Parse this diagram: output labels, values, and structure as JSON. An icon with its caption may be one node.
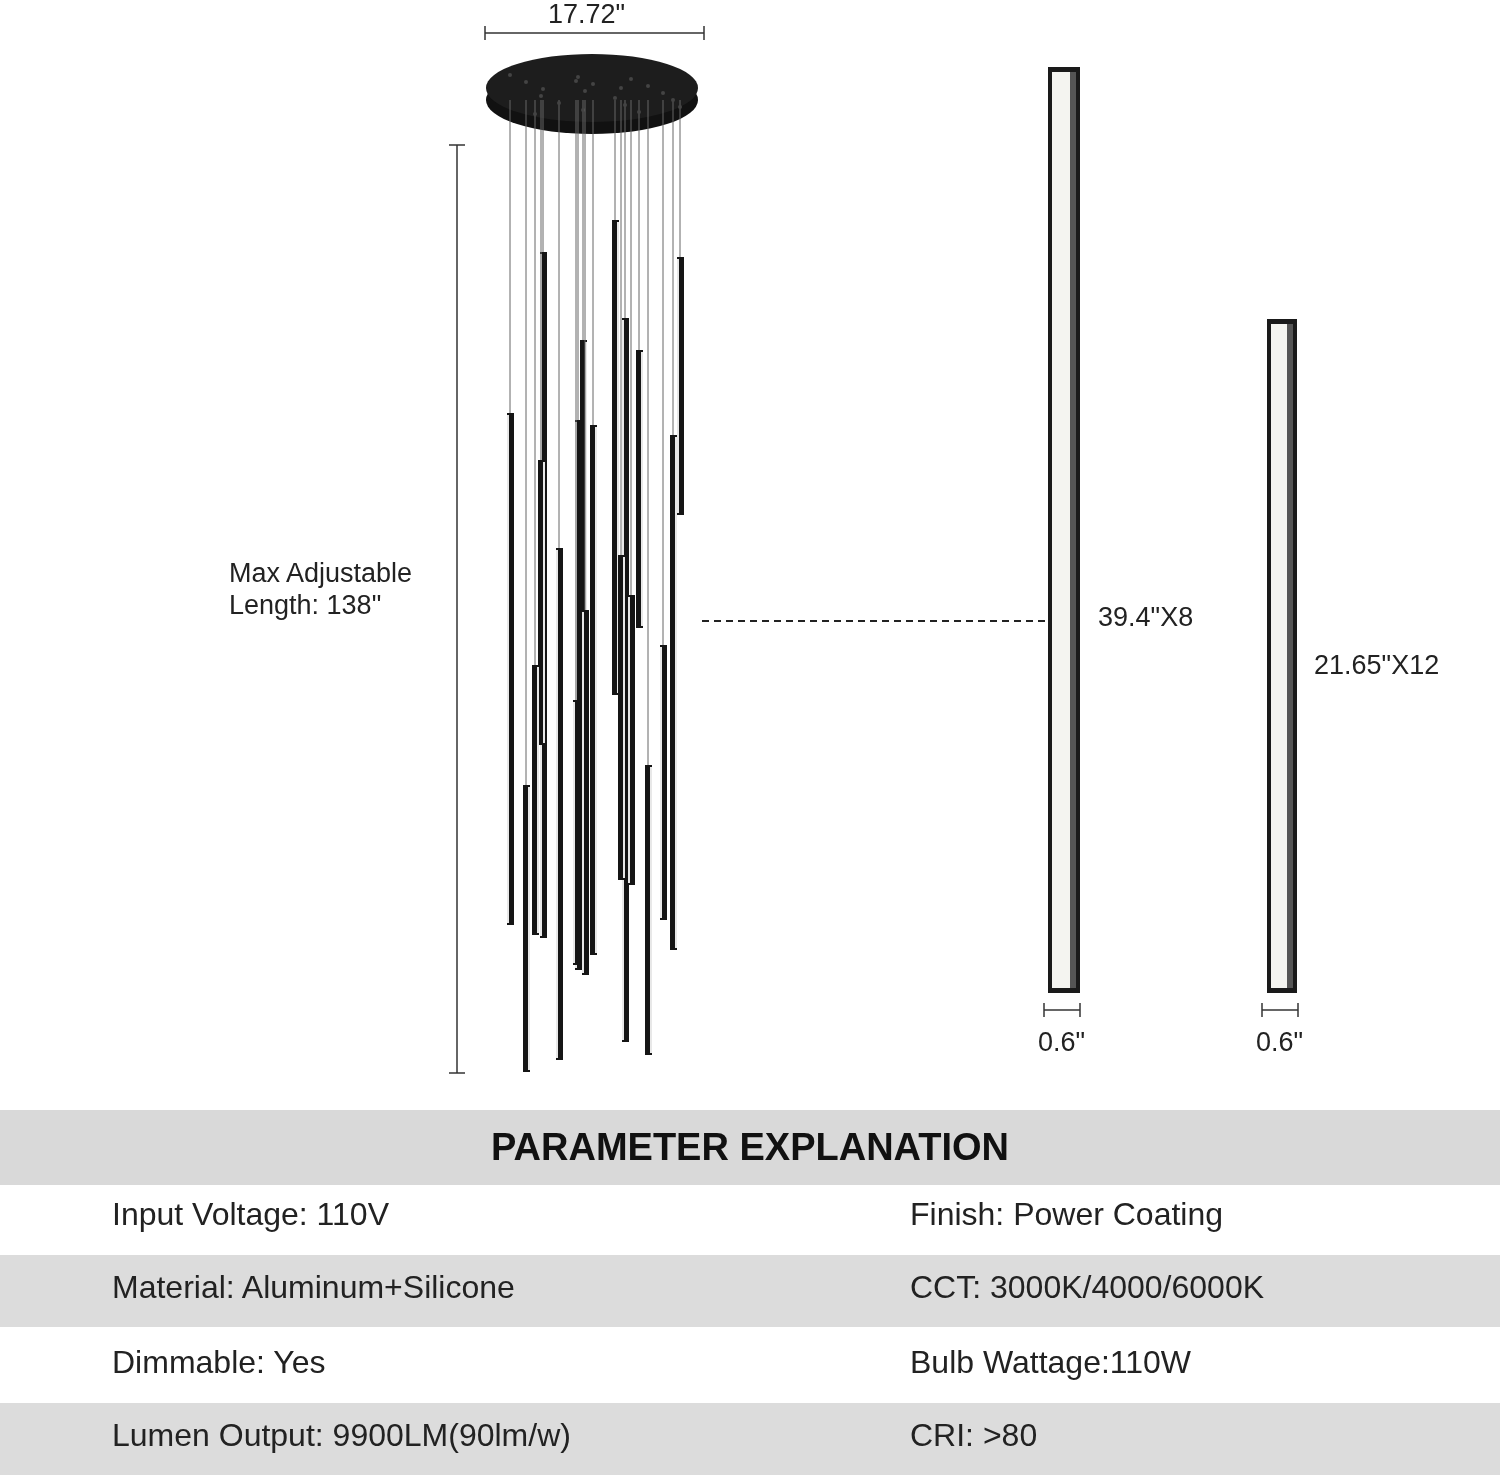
{
  "diagram": {
    "nodes": [
      {
        "text": [],
        "shape": "picture"
      },
      {
        "text": [],
        "shape": "bar"
      },
      {
        "text": [],
        "shape": "bar"
      }
    ],
    "edges": [
      {
        "from": 0,
        "to": 1,
        "arrow": "none",
        "style": "dashed"
      }
    ],
    "labels": [
      "17.72\"",
      "Max Adjustable Length: 138\"",
      "39.4\"X8",
      "21.65\"X12",
      "0.6\"",
      "0.6\"",
      "PARAMETER EXPLANATION",
      "Input Voltage: 110V",
      "Finish: Power Coating",
      "Material: Aluminum+Silicone",
      "CCT: 3000K/4000/6000K",
      "Dimmable: Yes",
      "Bulb Wattage:110W",
      "Lumen Output: 9900LM(90lm/w)",
      "CRI: >80"
    ]
  }
}
